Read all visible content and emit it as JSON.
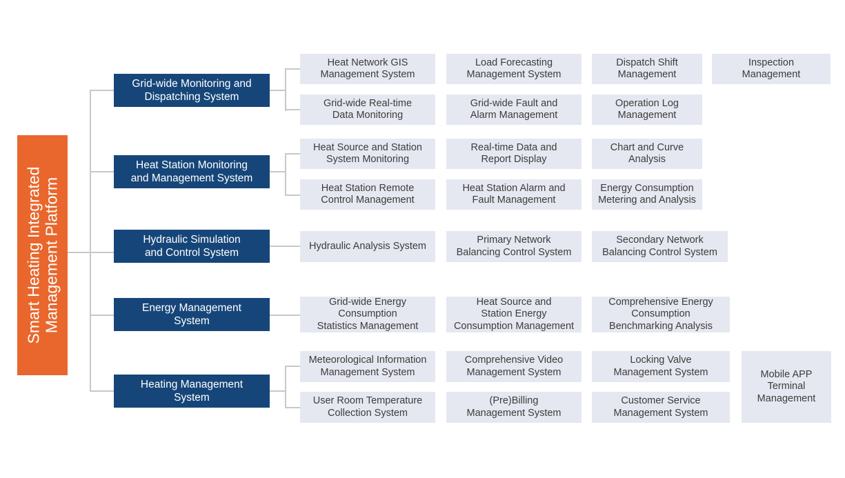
{
  "root": {
    "label": "Smart Heating Integrated\nManagement Platform"
  },
  "colors": {
    "root_bg": "#E9672C",
    "group_bg": "#164679",
    "leaf_bg": "#E5E8F0",
    "leaf_text": "#3C3C3C",
    "node_text": "#FFFFFF",
    "connector": "#C8C8C8"
  },
  "groups": [
    {
      "label": "Grid-wide Monitoring and\nDispatching System",
      "children": [
        {
          "label": "Heat Network GIS\nManagement System"
        },
        {
          "label": "Load Forecasting\nManagement System"
        },
        {
          "label": "Dispatch Shift\nManagement"
        },
        {
          "label": "Inspection\nManagement"
        },
        {
          "label": "Grid-wide Real-time\nData Monitoring"
        },
        {
          "label": "Grid-wide Fault and\nAlarm Management"
        },
        {
          "label": "Operation Log\nManagement"
        }
      ]
    },
    {
      "label": "Heat Station Monitoring\nand Management System",
      "children": [
        {
          "label": "Heat Source and Station\nSystem Monitoring"
        },
        {
          "label": "Real-time Data and\nReport Display"
        },
        {
          "label": "Chart and Curve\nAnalysis"
        },
        {
          "label": "Heat Station Remote\nControl Management"
        },
        {
          "label": "Heat Station Alarm and\nFault Management"
        },
        {
          "label": "Energy Consumption\nMetering and Analysis"
        }
      ]
    },
    {
      "label": "Hydraulic Simulation\nand Control System",
      "children": [
        {
          "label": "Hydraulic Analysis System"
        },
        {
          "label": "Primary Network\nBalancing Control System"
        },
        {
          "label": "Secondary Network\nBalancing Control System"
        }
      ]
    },
    {
      "label": "Energy Management\nSystem",
      "children": [
        {
          "label": "Grid-wide Energy\nConsumption\nStatistics Management"
        },
        {
          "label": "Heat Source and\nStation Energy\nConsumption Management"
        },
        {
          "label": "Comprehensive Energy\nConsumption\nBenchmarking Analysis"
        }
      ]
    },
    {
      "label": "Heating Management\nSystem",
      "children": [
        {
          "label": "Meteorological Information\nManagement System"
        },
        {
          "label": "Comprehensive Video\nManagement System"
        },
        {
          "label": "Locking Valve\nManagement System"
        },
        {
          "label": "Mobile APP\nTerminal\nManagement"
        },
        {
          "label": "User Room Temperature\nCollection System"
        },
        {
          "label": "(Pre)Billing\nManagement System"
        },
        {
          "label": "Customer Service\nManagement System"
        }
      ]
    }
  ]
}
